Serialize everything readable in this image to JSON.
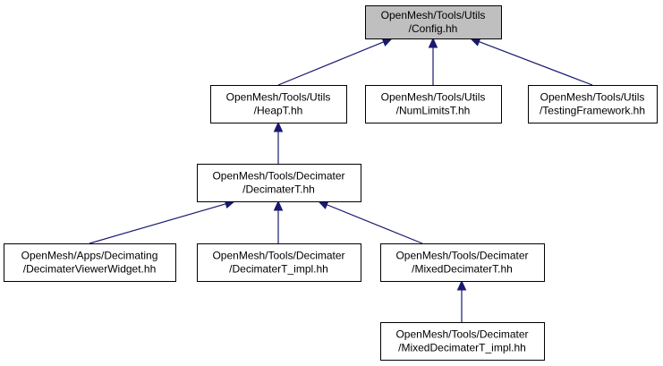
{
  "colors": {
    "edge": "#191970",
    "root_fill": "#bfbfbf",
    "node_fill": "#ffffff",
    "border": "#000000"
  },
  "nodes": [
    {
      "id": "config",
      "lines": [
        "OpenMesh/Tools/Utils",
        "/Config.hh"
      ],
      "highlight": true
    },
    {
      "id": "heapt",
      "lines": [
        "OpenMesh/Tools/Utils",
        "/HeapT.hh"
      ]
    },
    {
      "id": "numlimits",
      "lines": [
        "OpenMesh/Tools/Utils",
        "/NumLimitsT.hh"
      ]
    },
    {
      "id": "testing",
      "lines": [
        "OpenMesh/Tools/Utils",
        "/TestingFramework.hh"
      ]
    },
    {
      "id": "decimatert",
      "lines": [
        "OpenMesh/Tools/Decimater",
        "/DecimaterT.hh"
      ]
    },
    {
      "id": "viewerwidget",
      "lines": [
        "OpenMesh/Apps/Decimating",
        "/DecimaterViewerWidget.hh"
      ]
    },
    {
      "id": "decimatert_impl",
      "lines": [
        "OpenMesh/Tools/Decimater",
        "/DecimaterT_impl.hh"
      ]
    },
    {
      "id": "mixed",
      "lines": [
        "OpenMesh/Tools/Decimater",
        "/MixedDecimaterT.hh"
      ]
    },
    {
      "id": "mixed_impl",
      "lines": [
        "OpenMesh/Tools/Decimater",
        "/MixedDecimaterT_impl.hh"
      ]
    }
  ],
  "edges": [
    {
      "from": "heapt",
      "to": "config"
    },
    {
      "from": "numlimits",
      "to": "config"
    },
    {
      "from": "testing",
      "to": "config"
    },
    {
      "from": "decimatert",
      "to": "heapt"
    },
    {
      "from": "viewerwidget",
      "to": "decimatert"
    },
    {
      "from": "decimatert_impl",
      "to": "decimatert"
    },
    {
      "from": "mixed",
      "to": "decimatert"
    },
    {
      "from": "mixed_impl",
      "to": "mixed"
    }
  ]
}
